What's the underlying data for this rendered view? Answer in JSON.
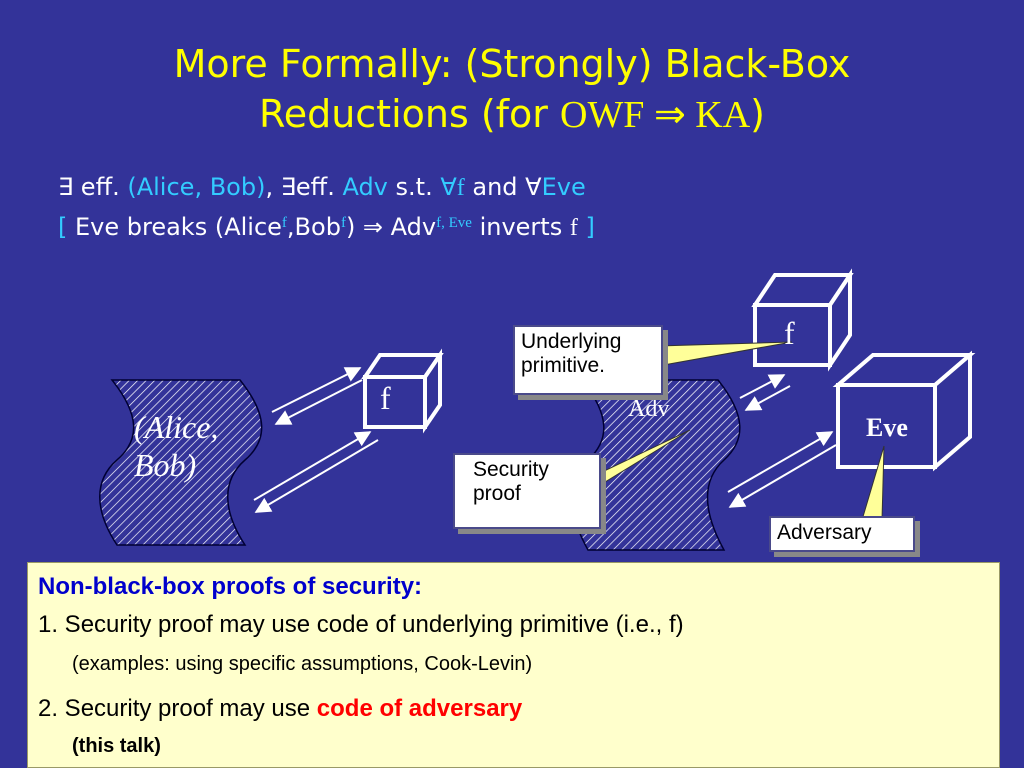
{
  "title": {
    "line1": "More Formally: (Strongly) Black-Box",
    "line2_text": "Reductions (for ",
    "line2_formula": "OWF ⇒ KA",
    "line2_close": ")"
  },
  "definition": {
    "line1": {
      "exists1": "∃",
      "eff1": " eff. ",
      "pair": "(Alice, Bob)",
      "comma": ", ",
      "exists2": "∃",
      "eff2": "eff. ",
      "adv": "Adv",
      "st": " s.t. ",
      "forall_f": "∀f",
      "and": " and ",
      "forall": "∀",
      "eve": "Eve"
    },
    "line2": {
      "open": "[ ",
      "text1": "Eve breaks (Alice",
      "sup1": "f",
      "text2": ",Bob",
      "sup2": "f",
      "text3": ") ⇒ Adv",
      "sup3": "f, Eve",
      "text4": " inverts ",
      "f": "f",
      "close": " ]"
    }
  },
  "diagram": {
    "alice_bob_label": "(Alice,\nBob)",
    "f_left_label": "f",
    "f_right_label": "f",
    "adv_label": "Adv",
    "eve_label": "Eve",
    "callout_primitive": "Underlying primitive.",
    "callout_security": "Security proof",
    "callout_adversary": "Adversary",
    "colors": {
      "box_fill": "#333399",
      "cube_outline": "#ffffff",
      "callout_bg": "#ffffff",
      "callout_pointer": "#ffff99"
    }
  },
  "panel": {
    "heading": "Non-black-box proofs of security:",
    "item1": "1. Security proof may use code of underlying primitive (i.e., f)",
    "item1_note": "(examples: using specific assumptions, Cook-Levin)",
    "item2_prefix": "2. Security proof may use ",
    "item2_highlight": "code of adversary",
    "item2_note": "(this talk)",
    "colors": {
      "heading": "#0000cc",
      "highlight": "#ff0000",
      "bg": "#ffffcc"
    }
  }
}
